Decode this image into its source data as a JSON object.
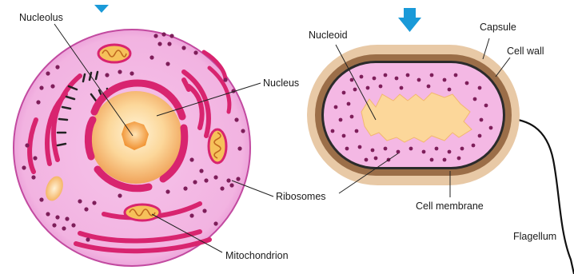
{
  "labels": {
    "nucleolus": "Nucleolus",
    "nucleus": "Nucleus",
    "ribosomes": "Ribosomes",
    "mitochondrion": "Mitochondrion",
    "nucleoid": "Nucleoid",
    "capsule": "Capsule",
    "cell_wall": "Cell wall",
    "cell_membrane": "Cell membrane",
    "flagellum": "Flagellum"
  },
  "colors": {
    "cytoplasm": "#f4b8e4",
    "cell_edge": "#b0308f",
    "organelle": "#d8246f",
    "ribosome": "#7e1e5a",
    "nucleus_fill": "#fbd39a",
    "nucleolus_fill": "#f7a64a",
    "capsule": "#e8c9a6",
    "cell_wall": "#9b6e48",
    "arrow": "#1a9ad8"
  }
}
